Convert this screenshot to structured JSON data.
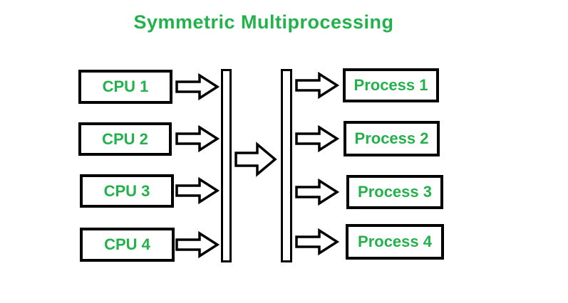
{
  "title": "Symmetric Multiprocessing",
  "colors": {
    "accent_green": "#23b14c",
    "line_black": "#000000",
    "background": "#ffffff"
  },
  "cpus": [
    {
      "label": "CPU 1"
    },
    {
      "label": "CPU 2"
    },
    {
      "label": "CPU 3"
    },
    {
      "label": "CPU 4"
    }
  ],
  "processes": [
    {
      "label": "Process 1"
    },
    {
      "label": "Process 2"
    },
    {
      "label": "Process 3"
    },
    {
      "label": "Process 4"
    }
  ],
  "icons": {
    "flow_arrow": "right-arrow",
    "main_flow_arrow": "big-right-arrow"
  }
}
